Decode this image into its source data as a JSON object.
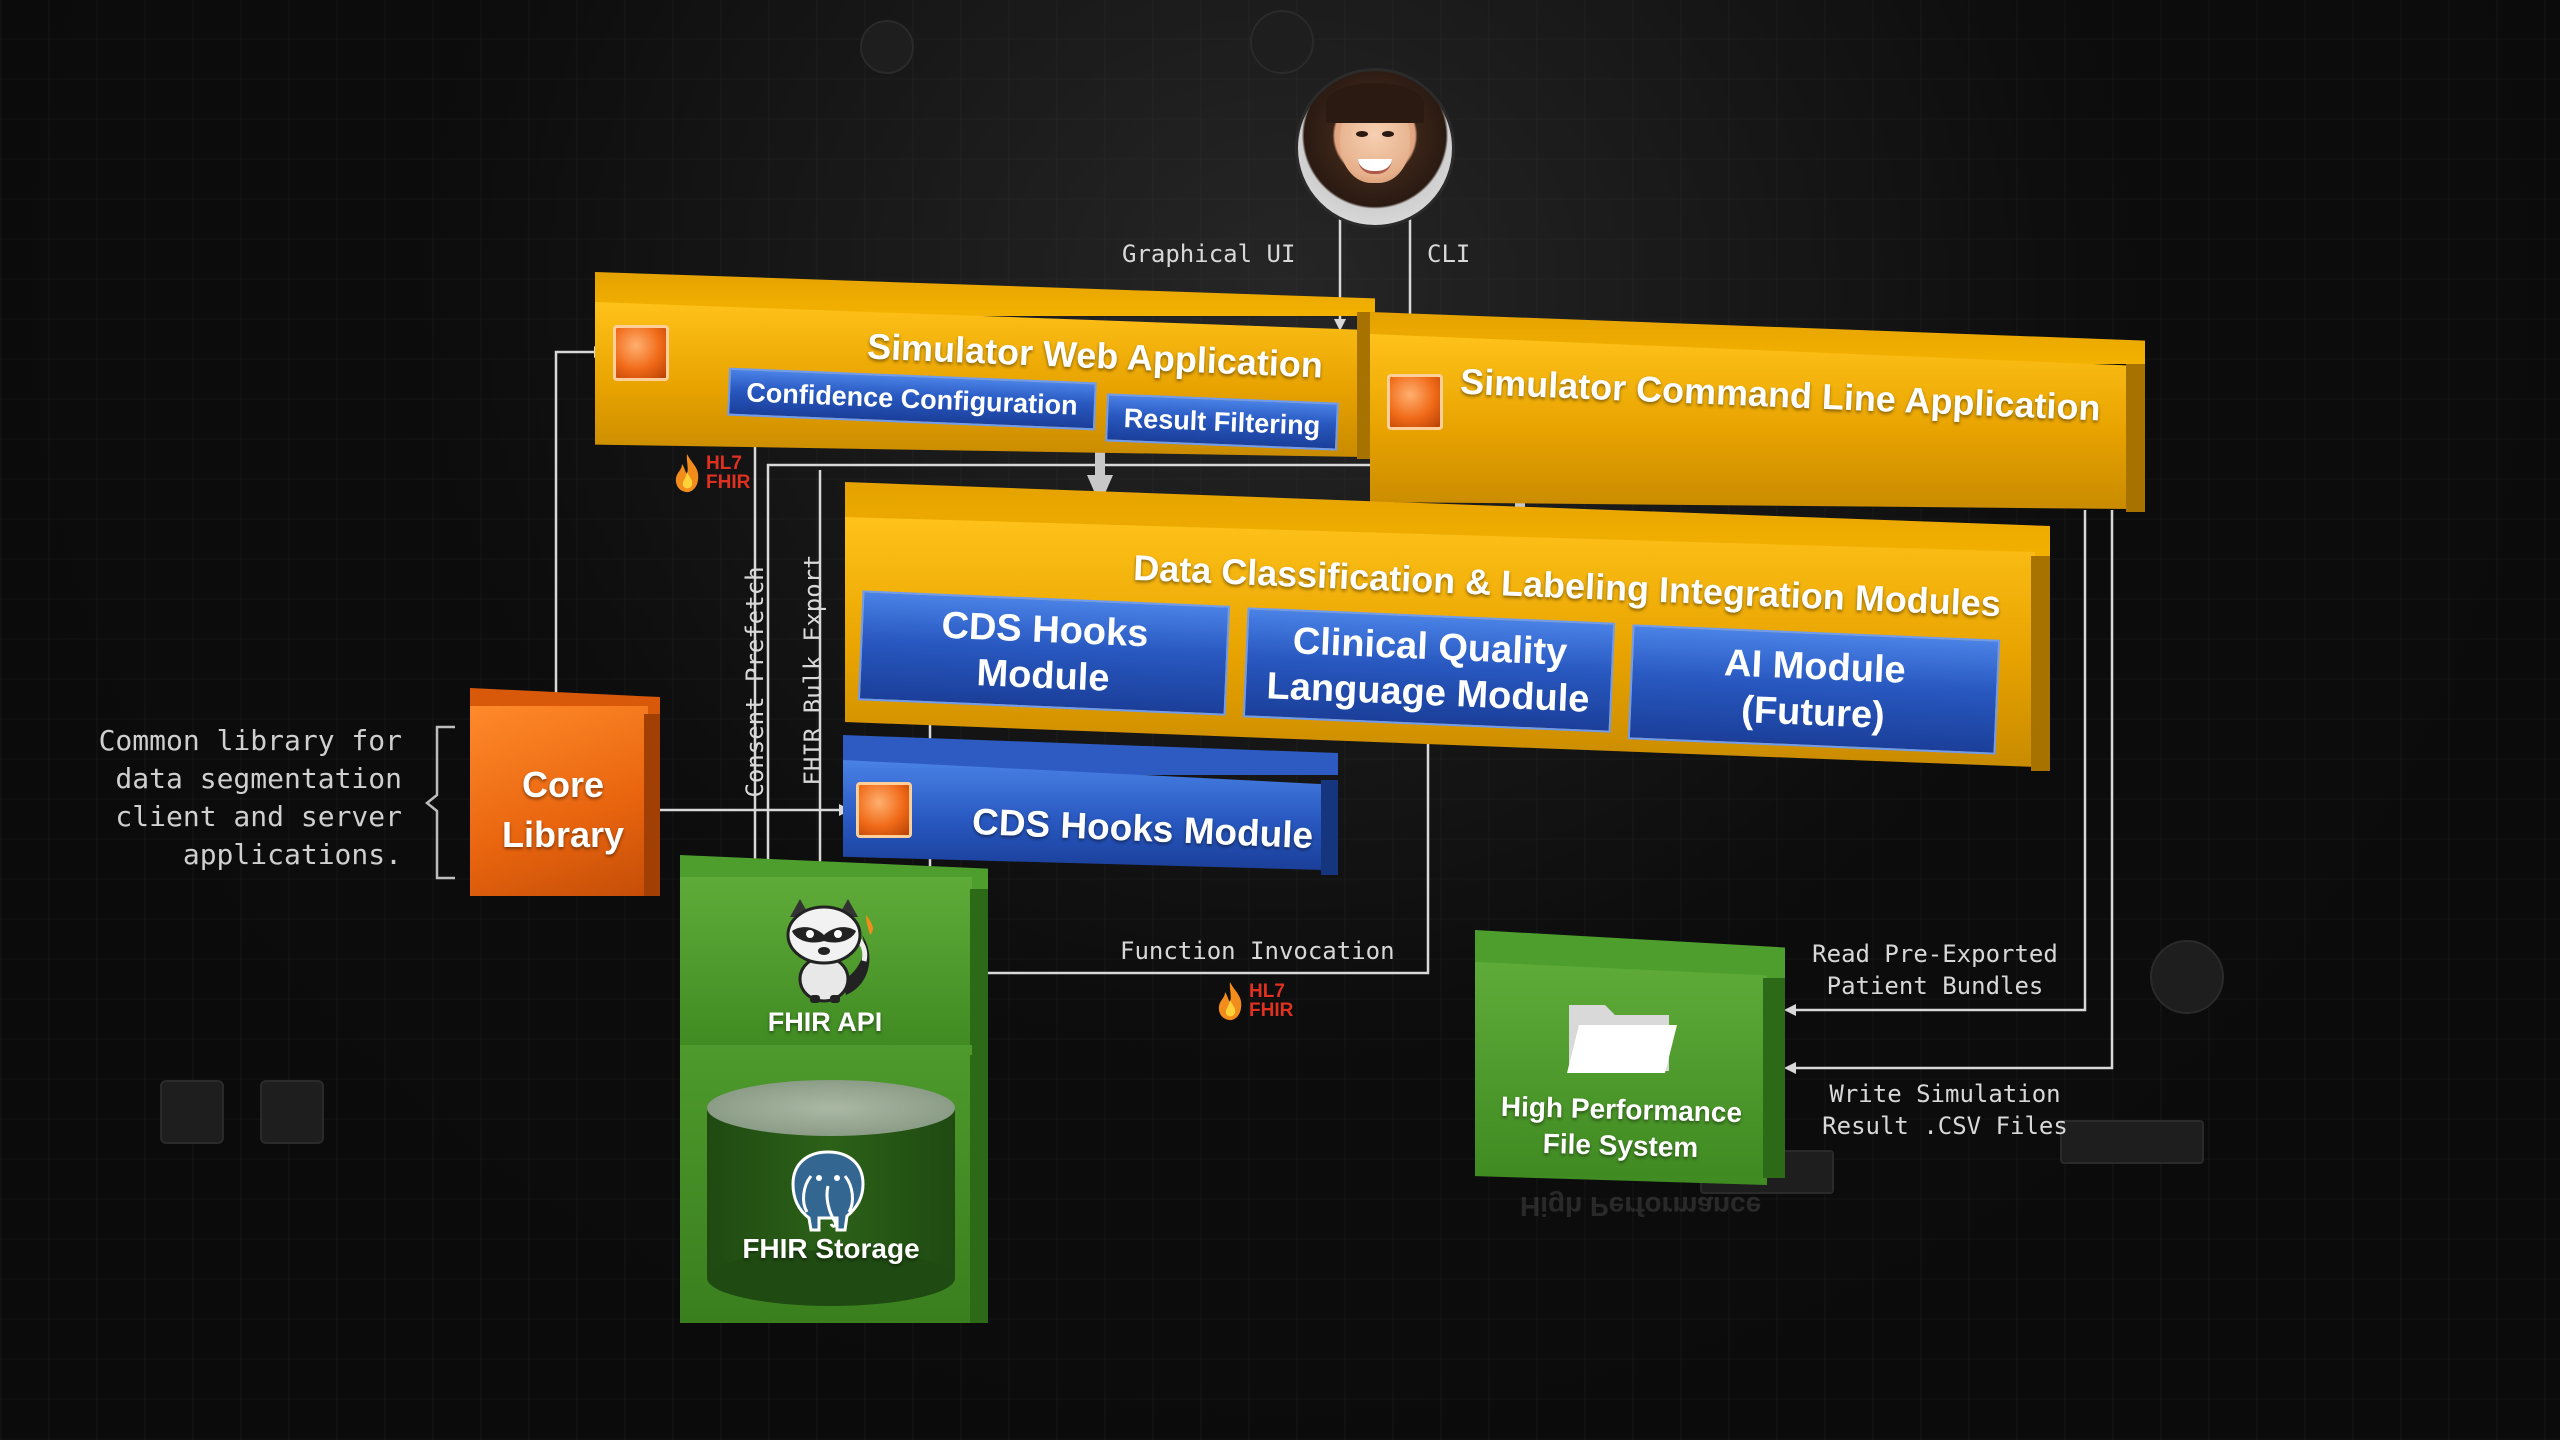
{
  "user_arrows": {
    "graphical_ui": "Graphical UI",
    "cli": "CLI"
  },
  "web_app": {
    "title": "Simulator Web Application",
    "tab_confidence": "Confidence Configuration",
    "tab_filtering": "Result Filtering"
  },
  "cli_app": {
    "title": "Simulator Command Line Application"
  },
  "integration": {
    "title": "Data Classification & Labeling Integration Modules",
    "modules": [
      {
        "line1": "CDS Hooks",
        "line2": "Module"
      },
      {
        "line1": "Clinical Quality",
        "line2": "Language Module"
      },
      {
        "line1": "AI Module",
        "line2": "(Future)"
      }
    ]
  },
  "cds_hooks_service": {
    "title": "CDS Hooks Module"
  },
  "core_library": {
    "line1": "Core",
    "line2": "Library",
    "note_lines": [
      "Common library for",
      "data segmentation",
      "client and server",
      "applications."
    ]
  },
  "fhir_api": {
    "label": "FHIR API"
  },
  "fhir_storage": {
    "label": "FHIR Storage"
  },
  "file_system": {
    "line1": "High Performance",
    "line2": "File System",
    "reflection": "High Performance"
  },
  "flow_labels": {
    "consent_prefetch": "Consent Prefetch",
    "fhir_bulk_export": "FHIR Bulk Export",
    "function_invocation": "Function Invocation",
    "read_line1": "Read Pre-Exported",
    "read_line2": "Patient Bundles",
    "write_line1": "Write Simulation",
    "write_line2": "Result .CSV Files"
  },
  "hl7_badge": {
    "top": "HL7",
    "bottom": "FHIR"
  },
  "colors": {
    "gold": "#f3b200",
    "blue": "#2858c0",
    "green": "#3f8a21",
    "orange": "#e8640e"
  },
  "icons": [
    "user-avatar",
    "raccoon-icon",
    "postgres-elephant-icon",
    "folder-icon",
    "hl7-fire-icon"
  ]
}
